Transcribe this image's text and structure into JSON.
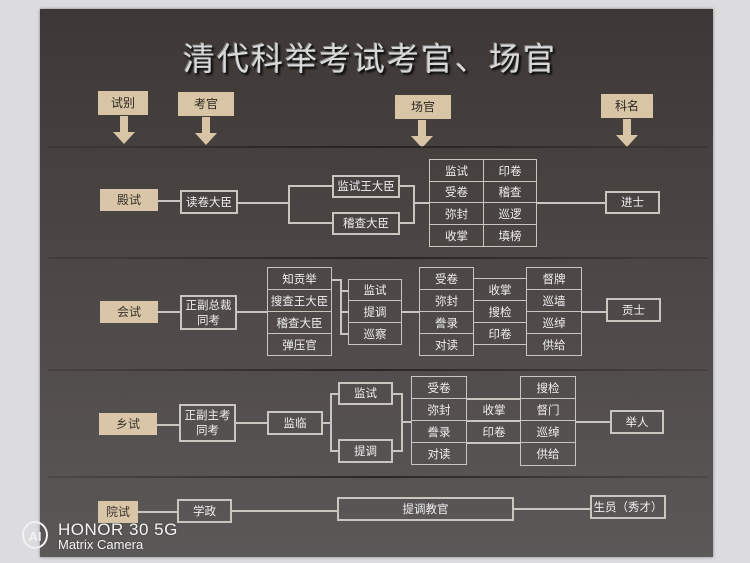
{
  "title": "清代科举考试考官、场官",
  "headers": {
    "exam_level": "试别",
    "examiners": "考官",
    "venue_officials": "场官",
    "degree": "科名"
  },
  "dianshi": {
    "level": "殿试",
    "examiner": "读卷大臣",
    "supervisors": [
      "监试王大臣",
      "稽查大臣"
    ],
    "venue_grid": [
      [
        "监试",
        "印卷"
      ],
      [
        "受卷",
        "稽查"
      ],
      [
        "弥封",
        "巡逻"
      ],
      [
        "收掌",
        "填榜"
      ]
    ],
    "degree": "进士"
  },
  "huishi": {
    "level": "会试",
    "examiner": [
      "正副总裁",
      "同考"
    ],
    "officials": [
      "知贡举",
      "搜查王大臣",
      "稽查大臣",
      "弹压官"
    ],
    "supervision": [
      "监试",
      "提调",
      "巡察"
    ],
    "col1": [
      "受卷",
      "弥封",
      "誊录",
      "对读"
    ],
    "col2": [
      "收掌",
      "搜检",
      "印卷"
    ],
    "col3": [
      "督牌",
      "巡墙",
      "巡绰",
      "供给"
    ],
    "degree": "贡士"
  },
  "xiangshi": {
    "level": "乡试",
    "examiner": [
      "正副主考",
      "同考"
    ],
    "overseer": "监临",
    "supervision": [
      "监试",
      "提调"
    ],
    "col1": [
      "受卷",
      "弥封",
      "誊录",
      "对读"
    ],
    "col2": [
      "收掌",
      "印卷"
    ],
    "col3": [
      "搜检",
      "督门",
      "巡绰",
      "供给"
    ],
    "degree": "举人"
  },
  "yuanshi": {
    "level": "院试",
    "examiner": "学政",
    "official": "提调教官",
    "degree": "生员（秀才）"
  },
  "watermark": {
    "ai_badge": "AI",
    "brand": "HONOR 30 5G",
    "camera": "Matrix Camera"
  },
  "colors": {
    "poster_bg": "#45403e",
    "header_tan": "#d8c5a5",
    "box_border": "#c9c6c0",
    "wall": "#dcdcdf"
  }
}
